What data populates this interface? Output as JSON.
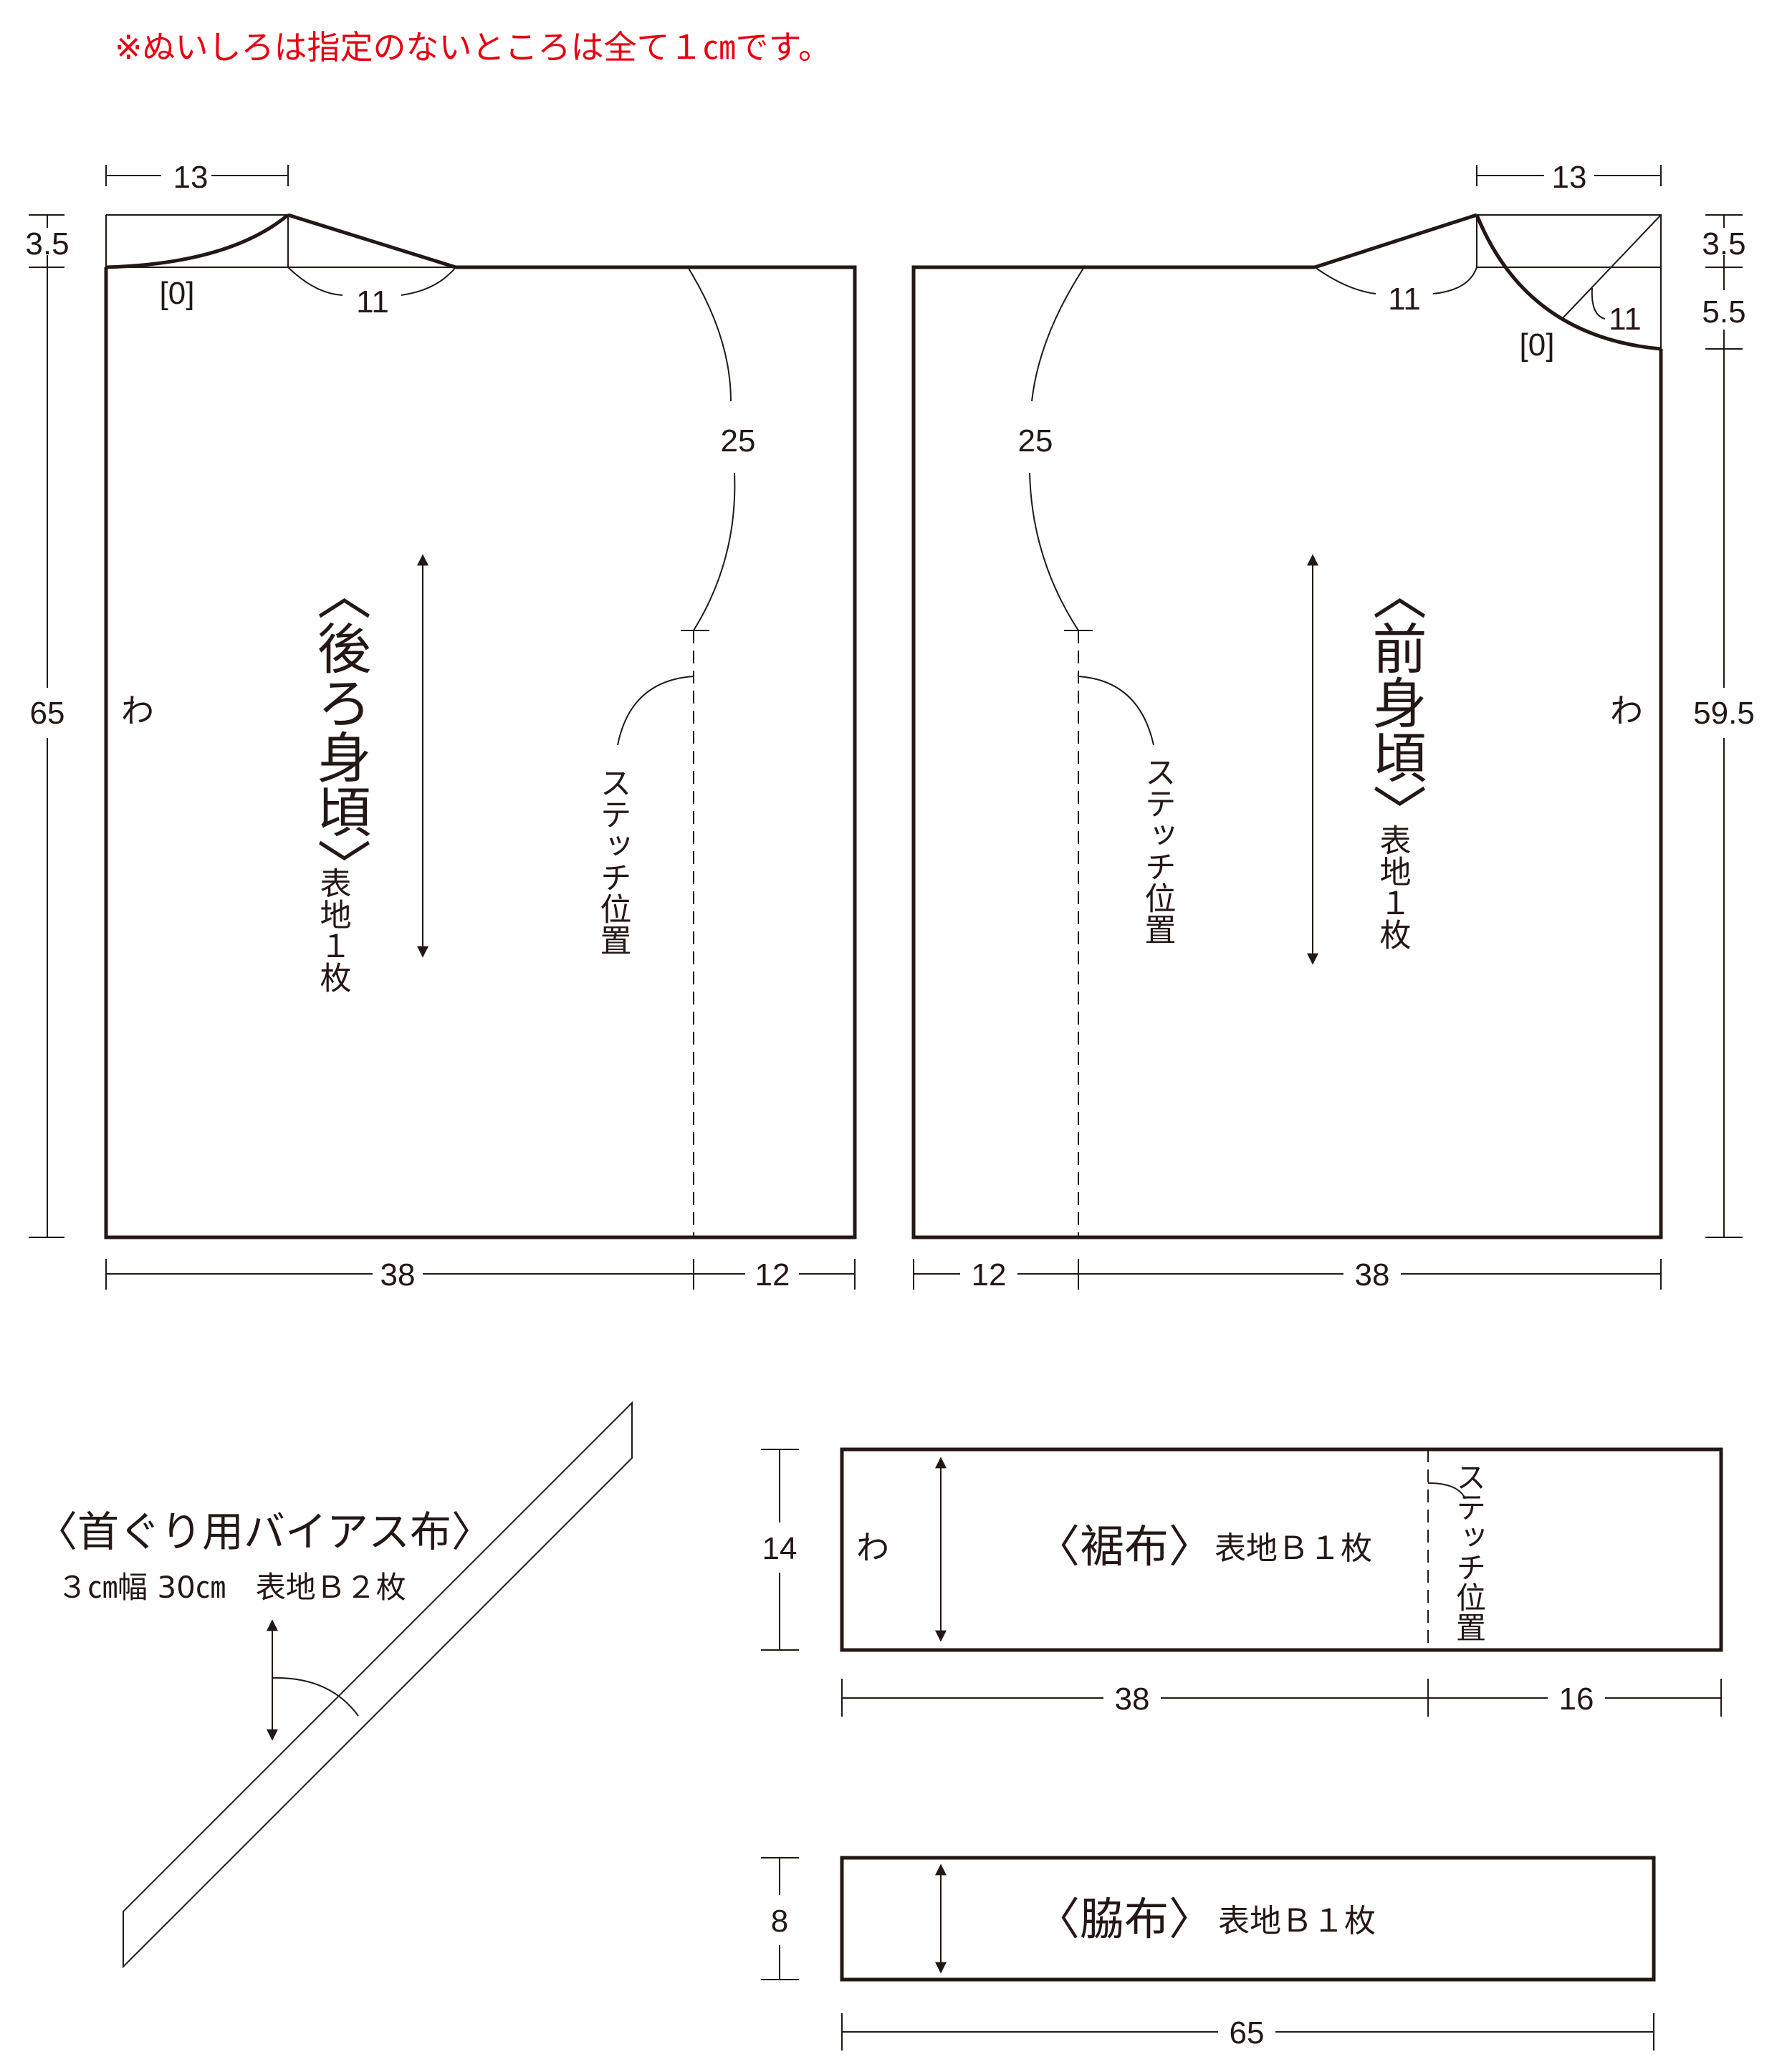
{
  "note": "※ぬいしろは指定のないところは全て１㎝です。",
  "back_bodice": {
    "title": "〈後ろ身頃〉",
    "material": "表地１枚",
    "fold": "わ",
    "stitch": "ステッチ位置",
    "dims": {
      "neck_width": "13",
      "neck_drop": "3.5",
      "shoulder": "11",
      "seam": "[0]",
      "curve": "25",
      "height": "65",
      "width_main": "38",
      "width_extra": "12"
    }
  },
  "front_bodice": {
    "title": "〈前身頃〉",
    "material": "表地１枚",
    "fold": "わ",
    "stitch": "ステッチ位置",
    "dims": {
      "neck_width": "13",
      "neck_drop1": "3.5",
      "neck_drop2": "5.5",
      "shoulder": "11",
      "neck_curve": "11",
      "seam": "[0]",
      "curve": "25",
      "height": "59.5",
      "width_extra": "12",
      "width_main": "38"
    }
  },
  "bias_tape": {
    "title": "〈首ぐり用バイアス布〉",
    "spec": "３㎝幅 30㎝　表地Ｂ２枚"
  },
  "hem_band": {
    "title": "〈裾布〉",
    "material": "表地Ｂ１枚",
    "fold": "わ",
    "stitch": "ステッチ位置",
    "dims": {
      "height": "14",
      "width_main": "38",
      "width_extra": "16"
    }
  },
  "side_band": {
    "title": "〈脇布〉",
    "material": "表地Ｂ１枚",
    "dims": {
      "height": "8",
      "width": "65"
    }
  }
}
